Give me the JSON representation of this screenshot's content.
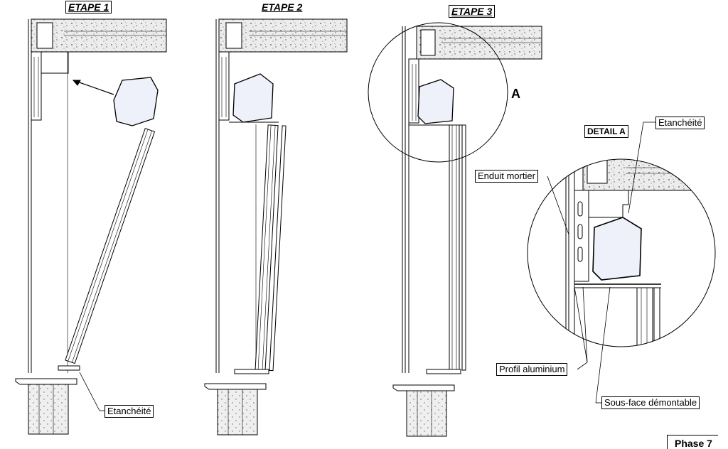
{
  "steps": {
    "step1": "ETAPE 1",
    "step2": "ETAPE 2",
    "step3": "ETAPE 3"
  },
  "detail": {
    "letter": "A",
    "title": "DETAIL A"
  },
  "labels": {
    "seal_step1": "Etanchéité",
    "seal_detail": "Etanchéité",
    "mortar": "Enduit mortier",
    "alu_profile": "Profil aluminium",
    "removable_underside": "Sous-face démontable"
  },
  "phase": "Phase 7",
  "colors": {
    "line": "#000000",
    "hatch": "#e6e6e6",
    "box": "#eef0fa",
    "paper": "#ffffff"
  }
}
